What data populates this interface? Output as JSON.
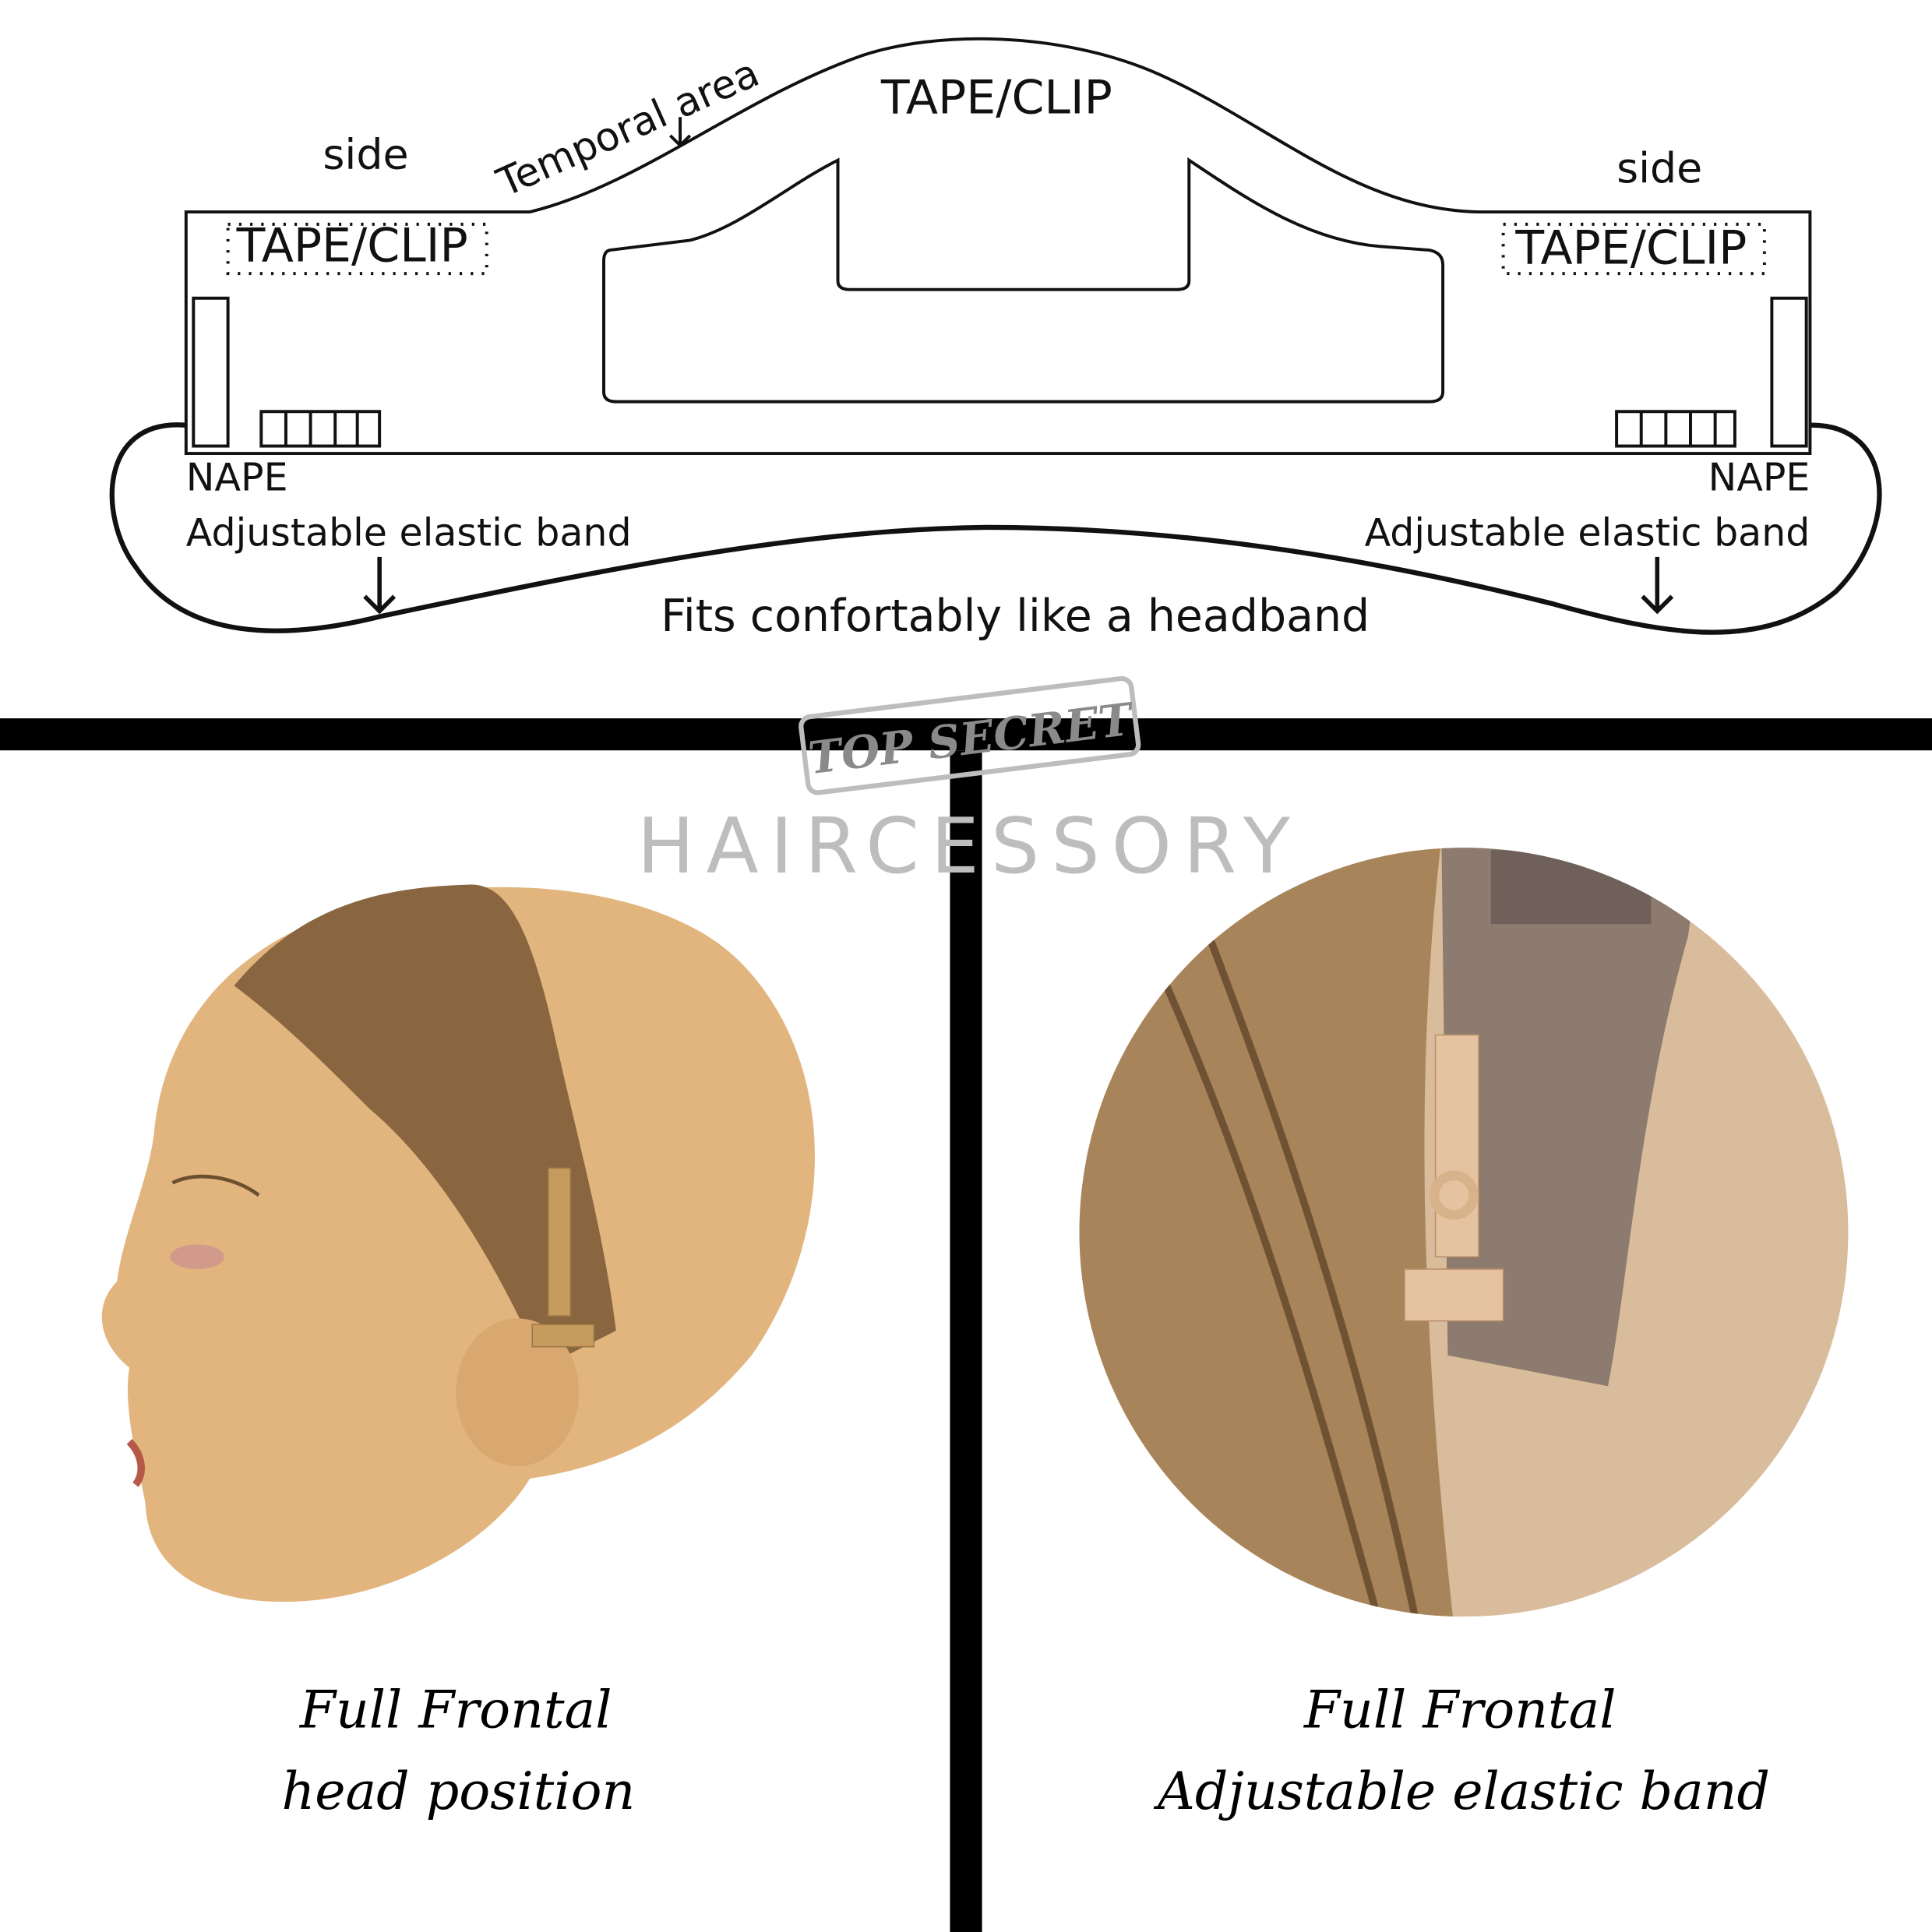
{
  "diagram": {
    "side_left": "side",
    "side_right": "side",
    "temporal": "Temporal area",
    "tape_clip_top": "TAPE/CLIP",
    "tape_clip_left": "TAPE/CLIP",
    "tape_clip_right": "TAPE/CLIP",
    "nape_left": "NAPE",
    "nape_right": "NAPE",
    "elastic_left": "Adjustable elastic band",
    "elastic_right": "Adjustable elastic band",
    "fits": "Fits confortably like a headband"
  },
  "logo": {
    "stamp": "TOP SECRET",
    "brand": "HAIRCESSORY"
  },
  "captions": {
    "left_line1": "Full Frontal",
    "left_line2": "head position",
    "right_line1": "Full Frontal",
    "right_line2": "Adjustable elastic band"
  },
  "colors": {
    "divider": "#000000",
    "skin": "#e2b57f",
    "band": "#8a6640",
    "hair": "#a8845a",
    "logo_gray": "#bdbdbd"
  }
}
